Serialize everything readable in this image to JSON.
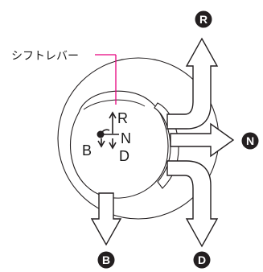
{
  "diagram": {
    "callout_label": "シフトレバー",
    "gate_labels": {
      "r": "R",
      "n": "N",
      "b": "B",
      "d": "D"
    },
    "badges": {
      "r": "R",
      "n": "N",
      "b": "B",
      "d": "D"
    },
    "callout_color": "#e6007e",
    "line_color": "#231f20",
    "badge_color": "#231f20"
  }
}
